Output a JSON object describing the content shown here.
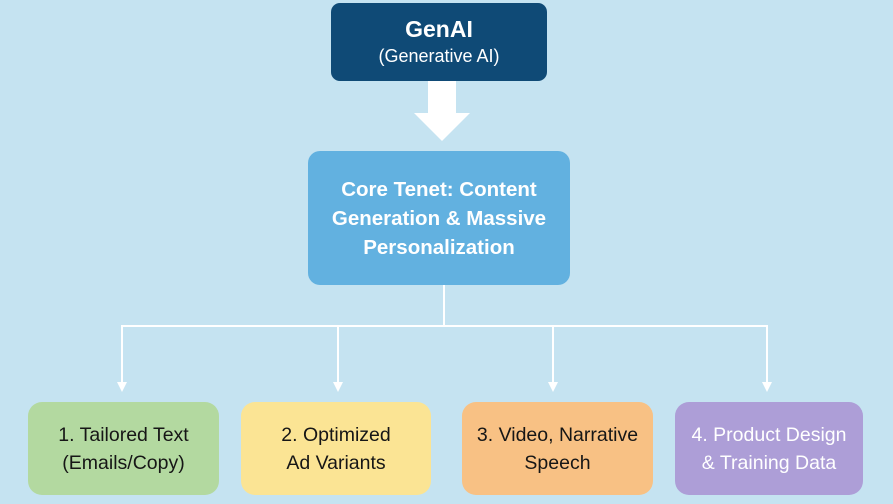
{
  "diagram": {
    "root": {
      "title": "GenAI",
      "subtitle": "(Generative AI)",
      "color": "#0f4a76"
    },
    "core": {
      "lines": [
        "Core Tenet: Content",
        "Generation & Massive",
        "Personalization"
      ],
      "color": "#62b1e0"
    },
    "leaves": [
      {
        "lines": [
          "1. Tailored Text",
          "(Emails/Copy)"
        ],
        "color": "#b3d9a0"
      },
      {
        "lines": [
          "2. Optimized",
          "Ad Variants"
        ],
        "color": "#fbe494"
      },
      {
        "lines": [
          "3. Video, Narrative",
          "Speech"
        ],
        "color": "#f8c184"
      },
      {
        "lines": [
          "4. Product Design",
          "& Training Data"
        ],
        "color": "#ad9ed7"
      }
    ],
    "background": "#c5e3f1",
    "connector_color": "#ffffff"
  }
}
